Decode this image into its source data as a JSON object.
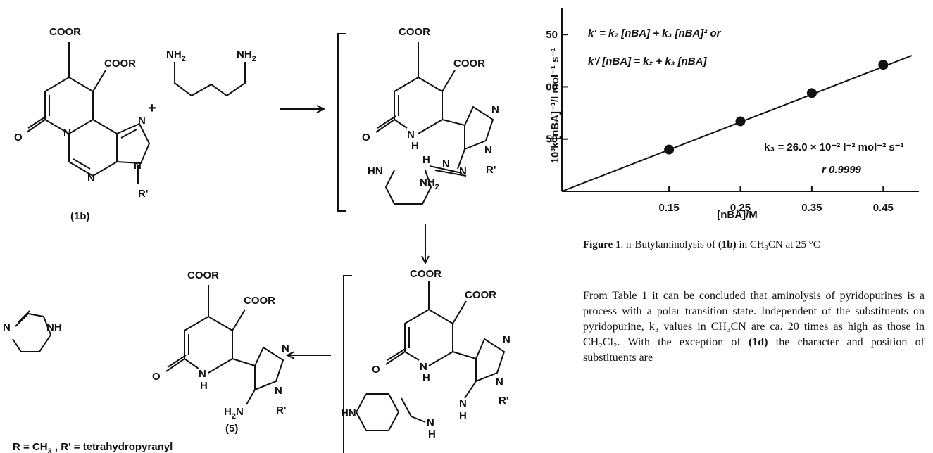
{
  "scheme": {
    "group_coor": "COOR",
    "group_nh2": "NH",
    "sub2": "2",
    "atom_n": "N",
    "atom_o": "O",
    "atom_h": "H",
    "atom_hn": "HN",
    "atom_nh": "NH",
    "plus": "+",
    "r_prime": "R'",
    "label_1b": "(1b)",
    "label_5": "(5)",
    "legend_text": "R = CH",
    "legend_sub": "3",
    "legend_rest": " ,  R' = tetrahydropyranyl"
  },
  "chart_data": {
    "type": "scatter",
    "x": [
      0.15,
      0.25,
      0.35,
      0.45
    ],
    "y": [
      40,
      67,
      94,
      121
    ],
    "xlim": [
      0,
      0.5
    ],
    "ylim": [
      0,
      175
    ],
    "xticks": [
      "0.15",
      "0.25",
      "0.35",
      "0.45"
    ],
    "yticks": [
      "50",
      "100",
      "150"
    ],
    "xlabel": "[nBA]/M",
    "ylabel": "10³k'[nBA]⁻¹/l mol⁻¹ s⁻¹",
    "fit_line": {
      "slope": 265,
      "intercept": 0
    },
    "equation_1": "k' = k₂ [nBA] + k₃ [nBA]² or",
    "equation_2": "k'/ [nBA] = k₂ + k₃ [nBA]",
    "k3_annotation": "k₃ = 26.0 × 10⁻² l⁻² mol⁻² s⁻¹",
    "r_annotation": "r 0.9999"
  },
  "caption": {
    "figure": "Figure 1",
    "text": ". n-Butylaminolysis of ",
    "compound": "(1b)",
    "rest": " in CH₃CN at 25 °C"
  },
  "paragraph": {
    "text_a": "From Table 1 it can be concluded that aminolysis of pyridopurines is a process with a polar transition state. Independent of the substituents on pyridopurine, k₃ values in CH₃CN are ca. 20 times as high as those in CH₂Cl₂. With the exception of ",
    "compound": "(1d)",
    "text_b": " the character and position of substituents are"
  }
}
